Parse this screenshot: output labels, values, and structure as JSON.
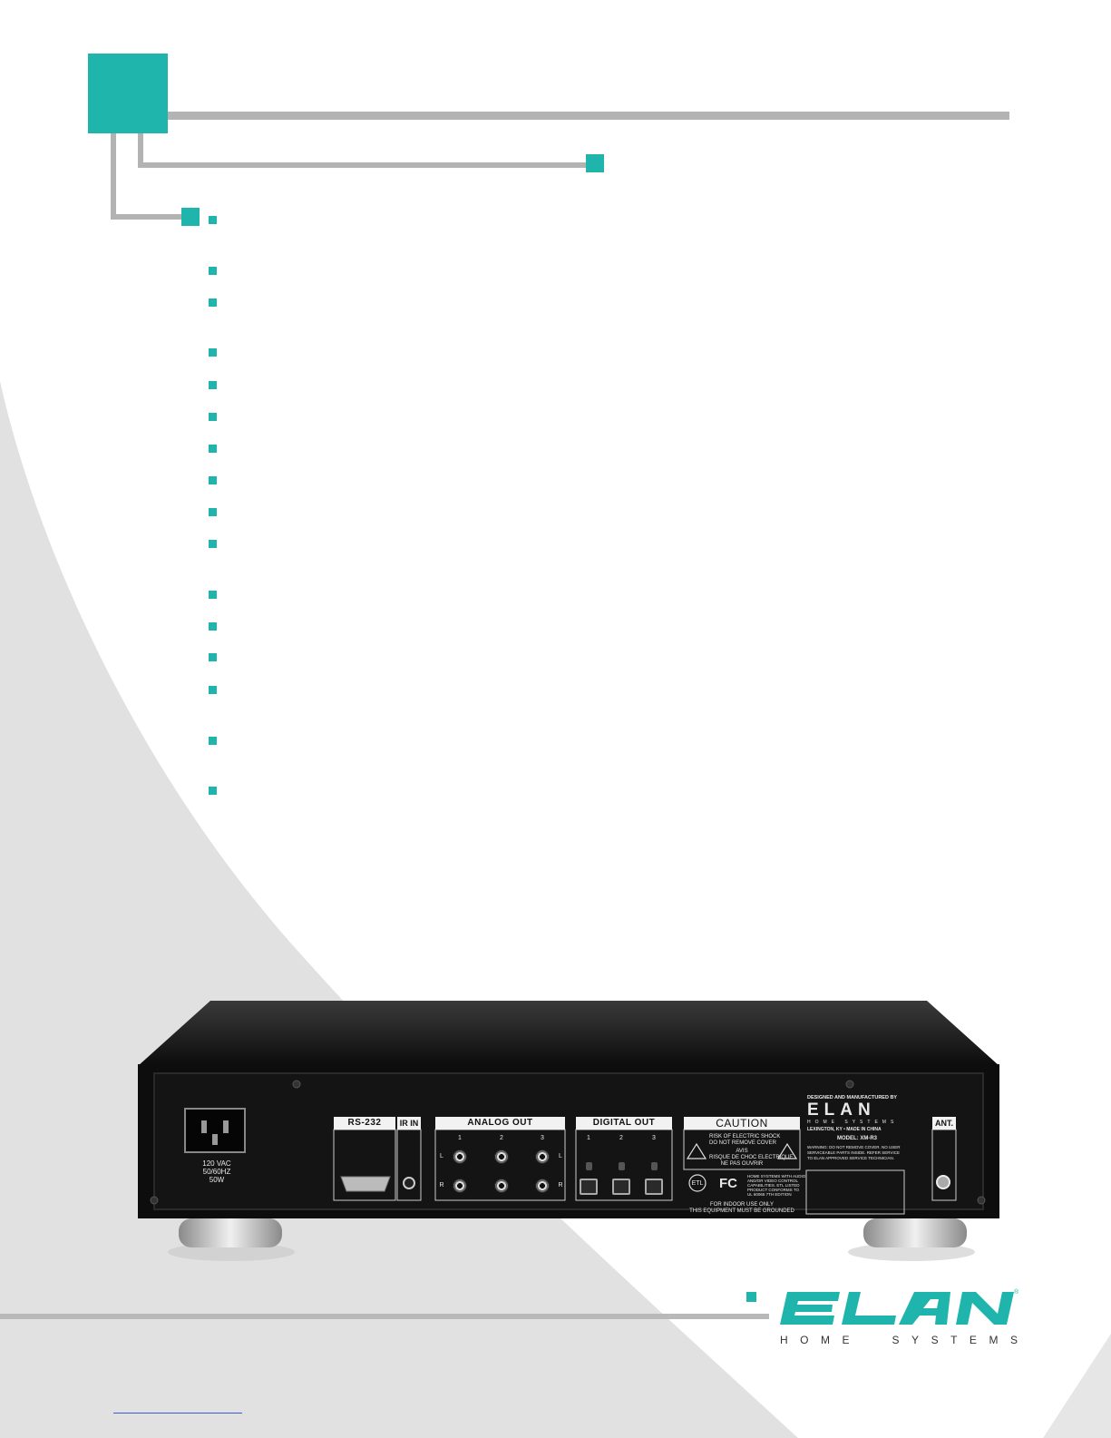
{
  "colors": {
    "accent": "#1fb5ac",
    "rule": "#b3b3b3",
    "swoosh": "#e1e1e2",
    "device_body": "#111111",
    "foot_metal": "#bcbcbc"
  },
  "device": {
    "power": {
      "rating_line1": "120 VAC",
      "rating_line2": "50/60HZ",
      "rating_line3": "50W"
    },
    "labels": {
      "rs232": "RS-232",
      "ir_in": "IR IN",
      "analog_out": "ANALOG OUT",
      "digital_out": "DIGITAL OUT",
      "caution": "CAUTION",
      "ant": "ANT."
    },
    "analog_channels": [
      "1",
      "2",
      "3"
    ],
    "digital_channels": [
      "1",
      "2",
      "3"
    ],
    "channel_left": "L",
    "channel_right": "R",
    "caution_text": {
      "line1": "RISK OF ELECTRIC SHOCK",
      "line2": "DO NOT REMOVE COVER",
      "line3": "AVIS",
      "line4": "RISQUE DE CHOC ELECTRIQUE",
      "line5": "NE PAS OUVRIR"
    },
    "cert_text": {
      "line1": "HOME SYSTEMS WITH AUDIO",
      "line2": "AND/OR VIDEO CONTROL",
      "line3": "CAPABILITIES. ETL LISTED",
      "line4": "PRODUCT CONFORMS TO",
      "line5": "UL 60065 7TH EDITION"
    },
    "indoor_text": {
      "line1": "FOR INDOOR USE ONLY",
      "line2": "THIS EQUIPMENT MUST BE GROUNDED"
    },
    "manufacturer": {
      "designed": "DESIGNED AND MANUFACTURED BY",
      "brand": "ELAN",
      "brand_sub": "HOME SYSTEMS",
      "location": "LEXINGTON, KY • MADE IN CHINA",
      "model": "MODEL: XM-R3",
      "warning_line1": "WARNING: DO NOT REMOVE COVER. NO USER",
      "warning_line2": "SERVICEABLE PARTS INSIDE. REFER SERVICE",
      "warning_line3": "TO ELAN APPROVED SERVICE TECHNICIAN."
    },
    "marks": {
      "etl": "ETL",
      "fcc": "FC"
    }
  },
  "brand": {
    "name": "ELAN",
    "tagline": [
      "H",
      "O",
      "M",
      "E",
      " ",
      "S",
      "Y",
      "S",
      "T",
      "E",
      "M",
      "S"
    ]
  }
}
